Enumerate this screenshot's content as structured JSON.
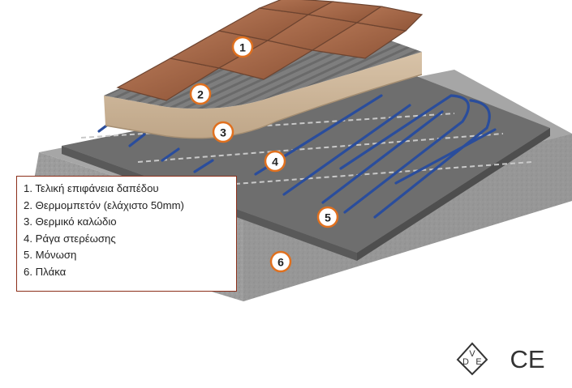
{
  "callouts": [
    "1",
    "2",
    "3",
    "4",
    "5",
    "6"
  ],
  "legend": [
    "1. Τελική επιφάνεια δαπέδου",
    "2. Θερμομπετόν (ελάχιστο 50mm)",
    "3. Θερμικό καλώδιο",
    "4. Ράγα στερέωσης",
    "5. Μόνωση",
    "6. Πλάκα"
  ],
  "certification": {
    "vde_letters": [
      "D",
      "V",
      "E"
    ],
    "ce_mark": "CE"
  },
  "colors": {
    "accent": "#e0701e",
    "cable": "#2a4d9c",
    "legend_border": "#8c2f1a",
    "slab": "#9a9a9a",
    "tile": "#a56a4a"
  }
}
